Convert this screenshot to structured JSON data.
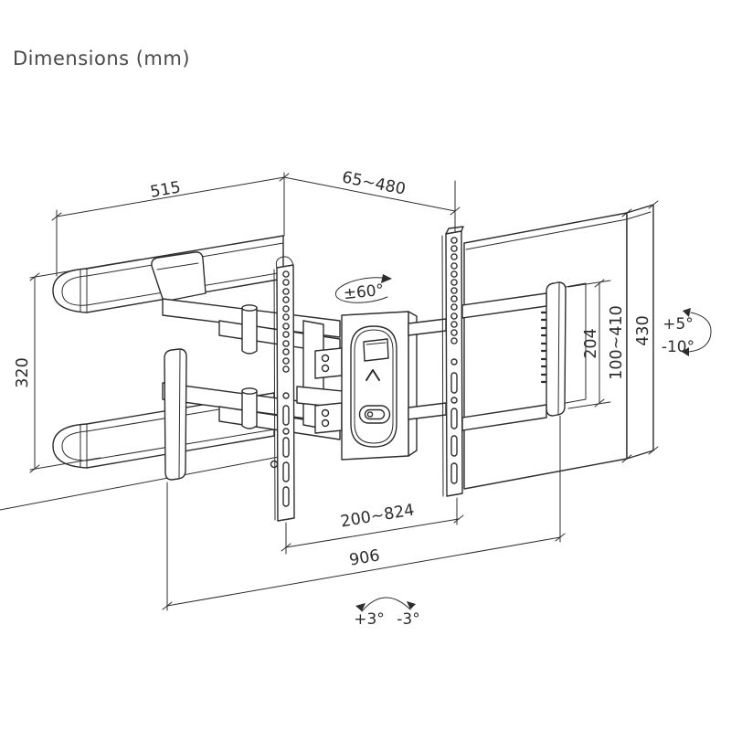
{
  "title": {
    "text": "Dimensions (mm)",
    "color": "#4a4a4a"
  },
  "drawing": {
    "stroke_color": "#2d2d2d",
    "background": "#ffffff",
    "labels": {
      "wall_rail_width": "515",
      "extension_depth": "65~480",
      "rail_vertical_span": "320",
      "bracket_slot_height": "204",
      "vesa_height_range": "100~410",
      "plate_height": "430",
      "rail_distance_range": "200~824",
      "overall_width": "906",
      "swivel_range": "±60°",
      "tilt_up": "+5°",
      "tilt_down": "-10°",
      "level_cw": "+3°",
      "level_ccw": "-3°"
    }
  }
}
